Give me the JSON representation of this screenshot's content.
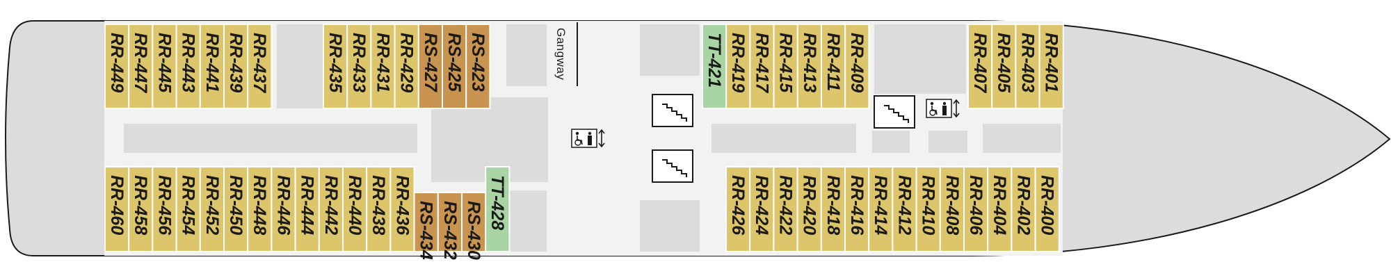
{
  "deck": {
    "gangway_label": "Gangway",
    "colors": {
      "hull": "#dcdcdc",
      "corridor": "#f2f2f2",
      "service_area": "#dcdcdc",
      "cabin_rr": "#dcc56a",
      "cabin_rs": "#c9944f",
      "cabin_tt": "#a9d4a3",
      "cabin_border": "#ffffff",
      "hull_outline": "#1a1a1a"
    },
    "icons": [
      "stairs-icon",
      "elevator-accessible-icon"
    ],
    "cabins": [
      {
        "id": "RR-449",
        "category": "RR"
      },
      {
        "id": "RR-447",
        "category": "RR"
      },
      {
        "id": "RR-445",
        "category": "RR"
      },
      {
        "id": "RR-443",
        "category": "RR"
      },
      {
        "id": "RR-441",
        "category": "RR"
      },
      {
        "id": "RR-439",
        "category": "RR"
      },
      {
        "id": "RR-437",
        "category": "RR"
      },
      {
        "id": "RR-435",
        "category": "RR"
      },
      {
        "id": "RR-433",
        "category": "RR"
      },
      {
        "id": "RR-431",
        "category": "RR"
      },
      {
        "id": "RR-429",
        "category": "RR"
      },
      {
        "id": "RS-427",
        "category": "RS"
      },
      {
        "id": "RS-425",
        "category": "RS"
      },
      {
        "id": "RS-423",
        "category": "RS"
      },
      {
        "id": "TT-421",
        "category": "TT"
      },
      {
        "id": "RR-419",
        "category": "RR"
      },
      {
        "id": "RR-417",
        "category": "RR"
      },
      {
        "id": "RR-415",
        "category": "RR"
      },
      {
        "id": "RR-413",
        "category": "RR"
      },
      {
        "id": "RR-411",
        "category": "RR"
      },
      {
        "id": "RR-409",
        "category": "RR"
      },
      {
        "id": "RR-407",
        "category": "RR"
      },
      {
        "id": "RR-405",
        "category": "RR"
      },
      {
        "id": "RR-403",
        "category": "RR"
      },
      {
        "id": "RR-401",
        "category": "RR"
      },
      {
        "id": "RR-460",
        "category": "RR"
      },
      {
        "id": "RR-458",
        "category": "RR"
      },
      {
        "id": "RR-456",
        "category": "RR"
      },
      {
        "id": "RR-454",
        "category": "RR"
      },
      {
        "id": "RR-452",
        "category": "RR"
      },
      {
        "id": "RR-450",
        "category": "RR"
      },
      {
        "id": "RR-448",
        "category": "RR"
      },
      {
        "id": "RR-446",
        "category": "RR"
      },
      {
        "id": "RR-444",
        "category": "RR"
      },
      {
        "id": "RR-442",
        "category": "RR"
      },
      {
        "id": "RR-440",
        "category": "RR"
      },
      {
        "id": "RR-438",
        "category": "RR"
      },
      {
        "id": "RR-436",
        "category": "RR"
      },
      {
        "id": "RS-434",
        "category": "RS"
      },
      {
        "id": "RS-432",
        "category": "RS"
      },
      {
        "id": "RS-430",
        "category": "RS"
      },
      {
        "id": "TT-428",
        "category": "TT"
      },
      {
        "id": "RR-426",
        "category": "RR"
      },
      {
        "id": "RR-424",
        "category": "RR"
      },
      {
        "id": "RR-422",
        "category": "RR"
      },
      {
        "id": "RR-420",
        "category": "RR"
      },
      {
        "id": "RR-418",
        "category": "RR"
      },
      {
        "id": "RR-416",
        "category": "RR"
      },
      {
        "id": "RR-414",
        "category": "RR"
      },
      {
        "id": "RR-412",
        "category": "RR"
      },
      {
        "id": "RR-410",
        "category": "RR"
      },
      {
        "id": "RR-408",
        "category": "RR"
      },
      {
        "id": "RR-406",
        "category": "RR"
      },
      {
        "id": "RR-404",
        "category": "RR"
      },
      {
        "id": "RR-402",
        "category": "RR"
      },
      {
        "id": "RR-400",
        "category": "RR"
      }
    ]
  }
}
